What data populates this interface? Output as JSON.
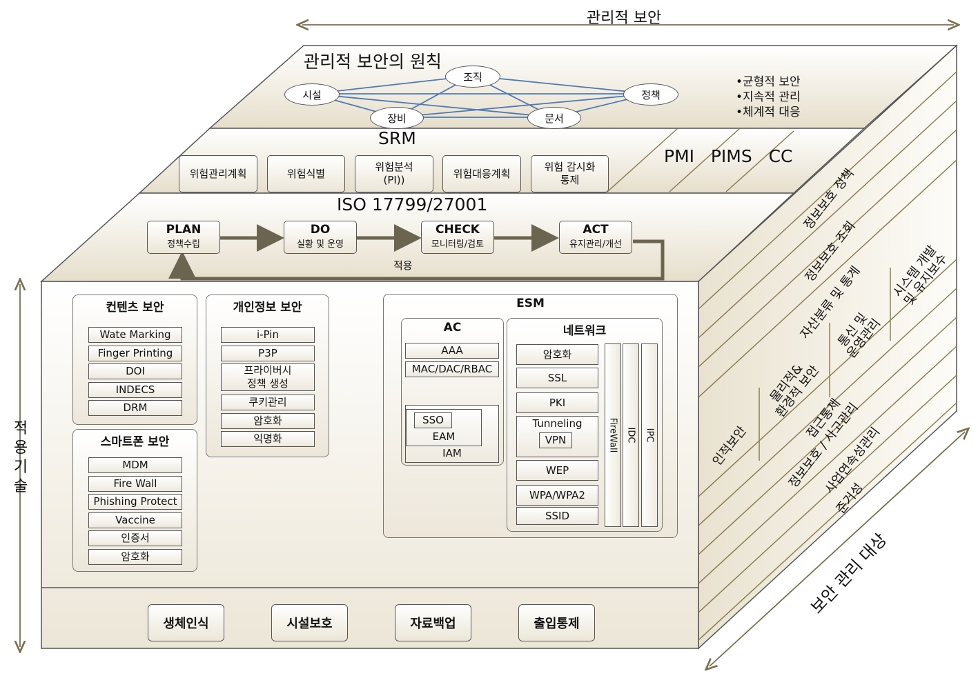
{
  "top_axis_label": "관리적 보안",
  "left_axis_label": "적용기술",
  "bottom_axis_label": "보안 관리 대상",
  "principles": {
    "title": "관리적 보안의 원칙",
    "nodes": [
      "시설",
      "조직",
      "정책",
      "장비",
      "문서"
    ],
    "bullets": [
      "•균형적 보안",
      "•지속적 관리",
      "•체계적 대응"
    ]
  },
  "srm": {
    "title": "SRM",
    "boxes": [
      "위험관리계획",
      "위험식별",
      "위험분석\n(PI))",
      "위험대응계획",
      "위험 감시화\n통제"
    ],
    "standards": "PMI   PIMS   CC"
  },
  "iso": {
    "title": "ISO 17799/27001",
    "steps": [
      {
        "head": "PLAN",
        "sub": "정책수립"
      },
      {
        "head": "DO",
        "sub": "실황 및 운영"
      },
      {
        "head": "CHECK",
        "sub": "모니터링/검토"
      },
      {
        "head": "ACT",
        "sub": "유지관리/개선"
      }
    ],
    "feedback_label": "적용"
  },
  "contents_security": {
    "title": "컨텐츠 보안",
    "items": [
      "Wate Marking",
      "Finger Printing",
      "DOI",
      "INDECS",
      "DRM"
    ]
  },
  "privacy_security": {
    "title": "개인정보 보안",
    "items": [
      "i-Pin",
      "P3P",
      "프라이버시\n정책 생성",
      "쿠키관리",
      "암호화",
      "익명화"
    ]
  },
  "smartphone_security": {
    "title": "스마트폰 보안",
    "items": [
      "MDM",
      "Fire Wall",
      "Phishing Protect",
      "Vaccine",
      "인증서",
      "암호화"
    ]
  },
  "esm": {
    "title": "ESM",
    "ac": {
      "title": "AC",
      "items": [
        "AAA",
        "MAC/DAC/RBAC"
      ],
      "iam": {
        "sso": "SSO",
        "eam": "EAM",
        "iam": "IAM"
      }
    },
    "network": {
      "title": "네트워크",
      "items": [
        "암호화",
        "SSL",
        "PKI",
        "Tunneling",
        "WEP",
        "WPA/WPA2",
        "SSID"
      ],
      "vpn": "VPN",
      "columns": [
        "FireWall",
        "IDC",
        "IPC"
      ]
    }
  },
  "bottom_items": [
    "생체인식",
    "시설보호",
    "자료백업",
    "출입통제"
  ],
  "side_labels": {
    "policy": "정보보호 정책",
    "org": "정보보호 조회",
    "asset": "자산분류 및 통계",
    "comm": "통신 및\n운영관리",
    "sysdev": "시스템 개발\n및 유지보수",
    "human": "인적보안",
    "physical": "물리적&\n환경적 보안",
    "access": "접근통제",
    "incident": "정보보호 / 사고관리",
    "bcm": "사업연속성관리",
    "compliance": "준거성"
  }
}
